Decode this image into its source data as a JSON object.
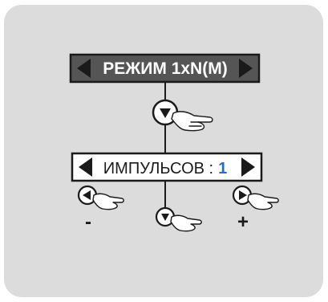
{
  "mode_bar": {
    "label": "РЕЖИМ 1xN(M)",
    "background": "#555555",
    "text_color": "#ffffff"
  },
  "pulse_bar": {
    "label": "ИМПУЛЬСОВ :",
    "value": "1",
    "value_color": "#1e6fd0"
  },
  "buttons": {
    "minus_label": "-",
    "plus_label": "+"
  },
  "colors": {
    "panel": "#dcdcdc",
    "line": "#1a1a1a"
  }
}
